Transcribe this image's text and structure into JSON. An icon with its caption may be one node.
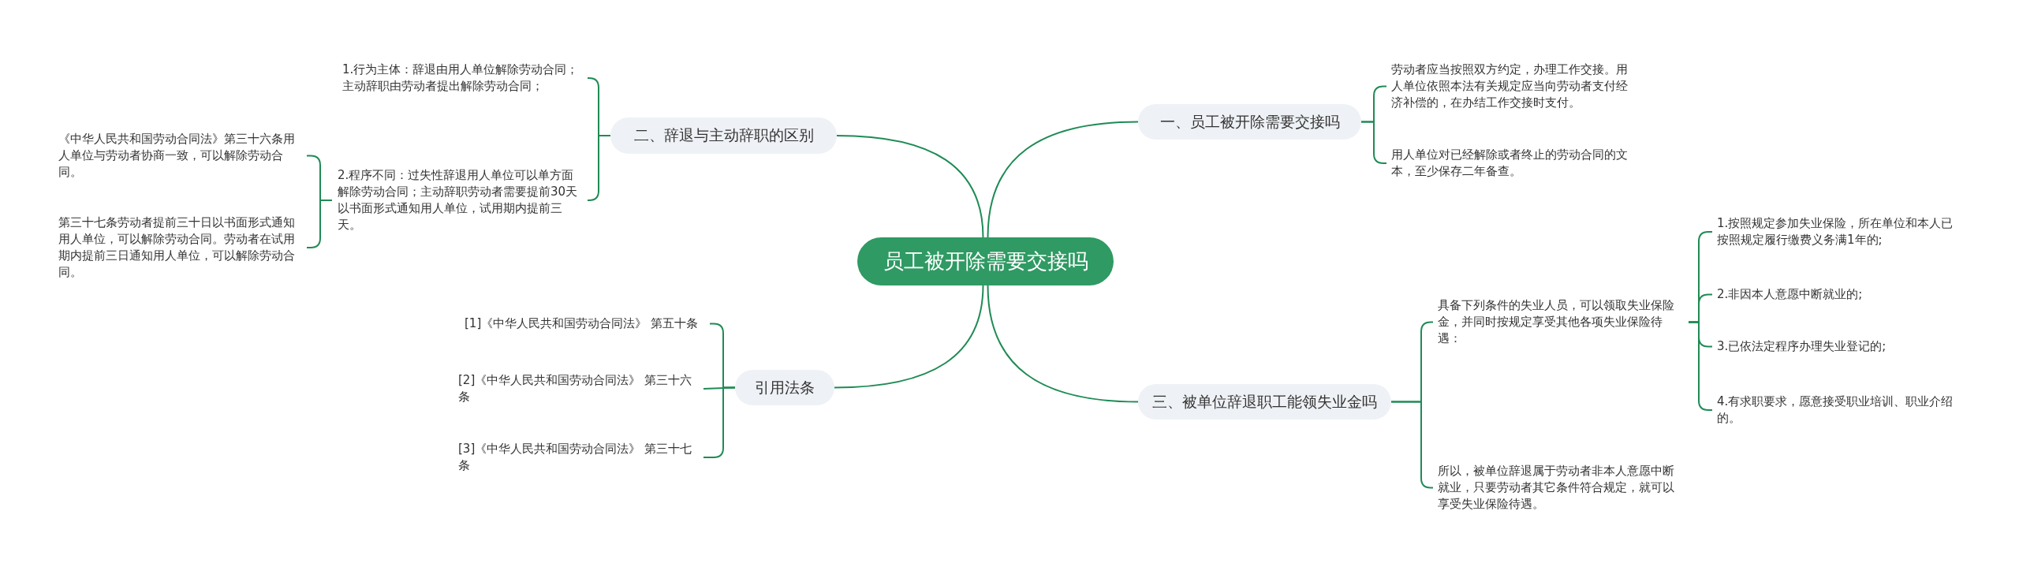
{
  "diagram": {
    "nodes": [
      {
        "text": [
          "员工被开除需要交接吗"
        ]
      },
      {
        "text": [
          "一、员工被开除需要交接吗"
        ]
      },
      {
        "text": [
          "劳动者应当按照双方约定，办理工作交接。用人单位依照本法有关规定应当向劳动者支付经济补偿的，在办结工作交接时支付。"
        ]
      },
      {
        "text": [
          "用人单位对已经解除或者终止的劳动合同的文本，至少保存二年备查。"
        ]
      },
      {
        "text": [
          "二、辞退与主动辞职的区别"
        ]
      },
      {
        "text": [
          "1.行为主体：辞退由用人单位解除劳动合同；主动辞职由劳动者提出解除劳动合同；"
        ]
      },
      {
        "text": [
          "2.程序不同：过失性辞退用人单位可以单方面解除劳动合同；主动辞职劳动者需要提前30天以书面形式通知用人单位，试用期内提前三天。"
        ]
      },
      {
        "text": [
          "《中华人民共和国劳动合同法》第三十六条用人单位与劳动者协商一致，可以解除劳动合同。"
        ]
      },
      {
        "text": [
          "第三十七条劳动者提前三十日以书面形式通知用人单位，可以解除劳动合同。劳动者在试用期内提前三日通知用人单位，可以解除劳动合同。"
        ]
      },
      {
        "text": [
          "三、被单位辞退职工能领失业金吗"
        ]
      },
      {
        "text": [
          "具备下列条件的失业人员，可以领取失业保险金，并同时按规定享受其他各项失业保险待遇："
        ]
      },
      {
        "text": [
          "1.按照规定参加失业保险，所在单位和本人已按照规定履行缴费义务满1年的;"
        ]
      },
      {
        "text": [
          "2.非因本人意愿中断就业的;"
        ]
      },
      {
        "text": [
          "3.已依法定程序办理失业登记的;"
        ]
      },
      {
        "text": [
          "4.有求职要求，愿意接受职业培训、职业介绍的。"
        ]
      },
      {
        "text": [
          "所以，被单位辞退属于劳动者非本人意愿中断就业，只要劳动者其它条件符合规定，就可以享受失业保险待遇。"
        ]
      },
      {
        "text": [
          "引用法条"
        ]
      },
      {
        "text": [
          "[1]《中华人民共和国劳动合同法》 第五十条"
        ]
      },
      {
        "text": [
          "[2]《中华人民共和国劳动合同法》 第三十六条"
        ]
      },
      {
        "text": [
          "[3]《中华人民共和国劳动合同法》 第三十七条"
        ]
      }
    ],
    "edges": [
      {
        "from": 0,
        "to": 1,
        "arrow": "none"
      },
      {
        "from": 1,
        "to": 2,
        "arrow": "none"
      },
      {
        "from": 1,
        "to": 3,
        "arrow": "none"
      },
      {
        "from": 0,
        "to": 4,
        "arrow": "none"
      },
      {
        "from": 4,
        "to": 5,
        "arrow": "none"
      },
      {
        "from": 4,
        "to": 6,
        "arrow": "none"
      },
      {
        "from": 6,
        "to": 7,
        "arrow": "none"
      },
      {
        "from": 6,
        "to": 8,
        "arrow": "none"
      },
      {
        "from": 0,
        "to": 9,
        "arrow": "none"
      },
      {
        "from": 9,
        "to": 10,
        "arrow": "none"
      },
      {
        "from": 10,
        "to": 11,
        "arrow": "none"
      },
      {
        "from": 10,
        "to": 12,
        "arrow": "none"
      },
      {
        "from": 10,
        "to": 13,
        "arrow": "none"
      },
      {
        "from": 10,
        "to": 14,
        "arrow": "none"
      },
      {
        "from": 9,
        "to": 15,
        "arrow": "none"
      },
      {
        "from": 0,
        "to": 16,
        "arrow": "none"
      },
      {
        "from": 16,
        "to": 17,
        "arrow": "none"
      },
      {
        "from": 16,
        "to": 18,
        "arrow": "none"
      },
      {
        "from": 16,
        "to": 19,
        "arrow": "none"
      }
    ]
  }
}
